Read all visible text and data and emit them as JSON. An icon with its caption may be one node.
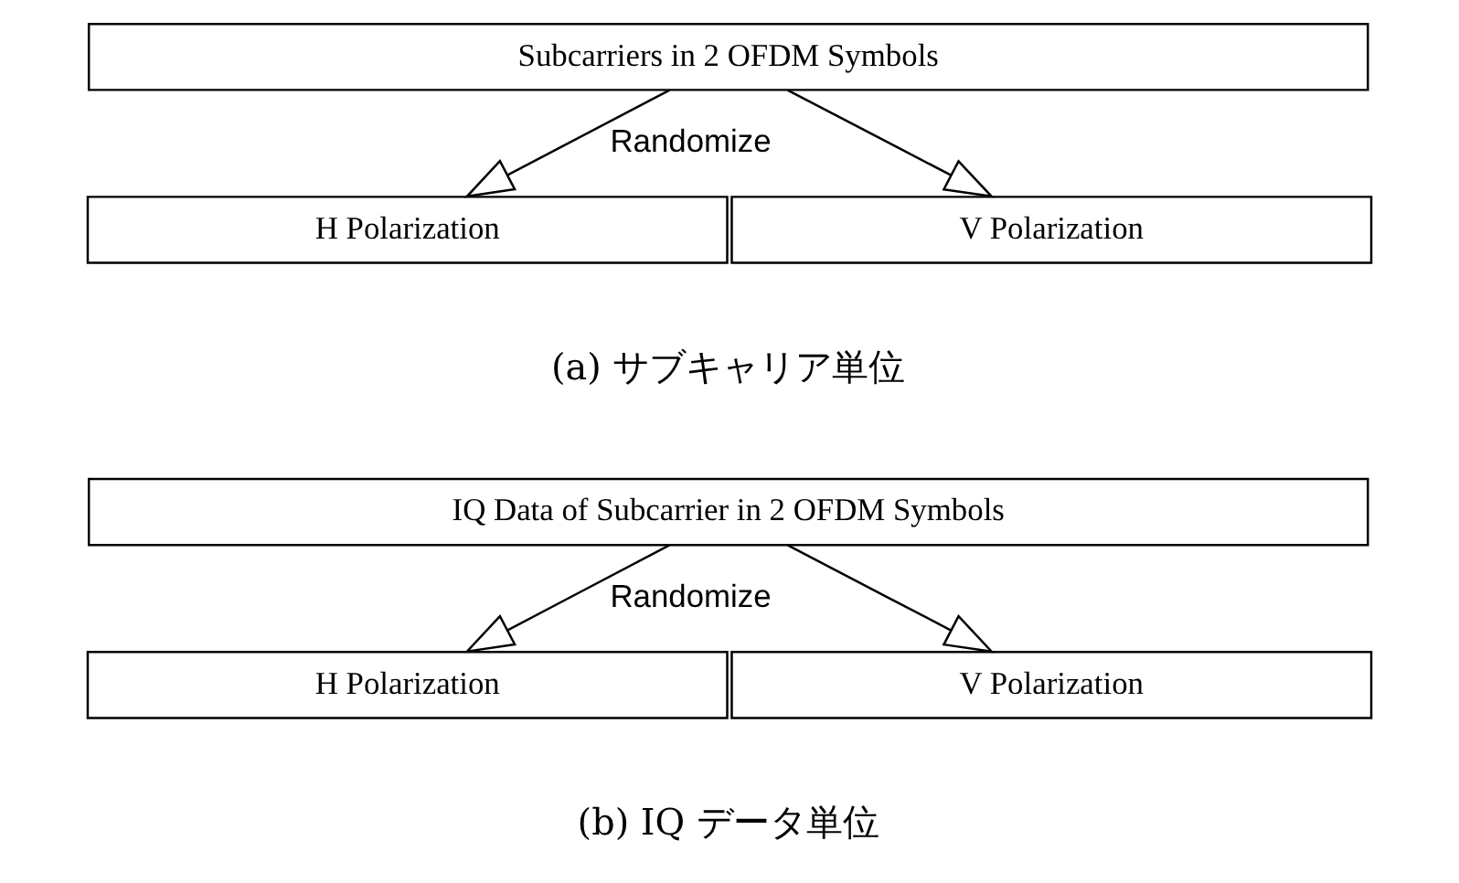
{
  "diagram": {
    "nodes": [
      {
        "text": [
          "Subcarriers in 2 OFDM Symbols"
        ]
      },
      {
        "text": [
          "H Polarization"
        ]
      },
      {
        "text": [
          "V Polarization"
        ]
      },
      {
        "text": [
          "IQ Data of Subcarrier in 2 OFDM Symbols"
        ]
      },
      {
        "text": [
          "H Polarization"
        ]
      },
      {
        "text": [
          "V Polarization"
        ]
      }
    ],
    "edges": [
      {
        "from": 0,
        "to": 1,
        "arrow": "to",
        "label": "Randomize"
      },
      {
        "from": 0,
        "to": 2,
        "arrow": "to"
      },
      {
        "from": 3,
        "to": 4,
        "arrow": "to",
        "label": "Randomize"
      },
      {
        "from": 3,
        "to": 5,
        "arrow": "to"
      }
    ],
    "labels": [
      "(a) サブキャリア単位",
      "(b) IQ データ単位"
    ]
  }
}
